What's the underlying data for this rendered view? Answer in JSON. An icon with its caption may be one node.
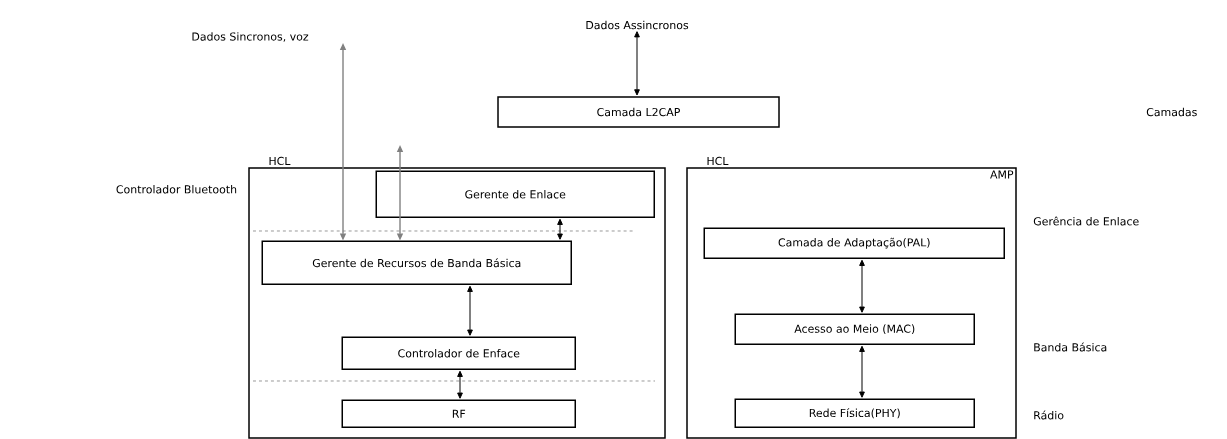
{
  "diagram": {
    "nodes": [
      {
        "text": [
          "Dados Sincronos, voz"
        ]
      },
      {
        "text": [
          "Dados Assincronos"
        ]
      },
      {
        "text": [
          "Camada L2CAP"
        ]
      },
      {
        "text": [
          "HCL"
        ],
        "beside": [
          "Controlador Bluetooth"
        ]
      },
      {
        "text": [
          "Gerente de Enlace"
        ],
        "in": 3
      },
      {
        "text": [
          "Gerente de Recursos de Banda Básica"
        ],
        "in": 3
      },
      {
        "text": [
          "Controlador de Enface"
        ],
        "in": 3
      },
      {
        "text": [
          "RF"
        ],
        "in": 3
      },
      {
        "text": [
          "HCL",
          "AMP"
        ]
      },
      {
        "text": [
          "Camada de Adaptação(PAL)"
        ],
        "in": 8
      },
      {
        "text": [
          "Acesso ao Meio (MAC)"
        ],
        "in": 8
      },
      {
        "text": [
          "Rede Física(PHY)"
        ],
        "in": 8
      }
    ],
    "edges": [
      {
        "from": 1,
        "to": 2,
        "arrow": "both"
      },
      {
        "from": 5,
        "to": 0,
        "arrow": "both",
        "color": "#808080"
      },
      {
        "from": null,
        "to": 5,
        "arrow": "both",
        "color": "#808080"
      },
      {
        "from": 4,
        "to": 5,
        "arrow": "both"
      },
      {
        "from": 5,
        "to": 6,
        "arrow": "both"
      },
      {
        "from": 6,
        "to": 7,
        "arrow": "both"
      },
      {
        "from": 9,
        "to": 10,
        "arrow": "both"
      },
      {
        "from": 10,
        "to": 11,
        "arrow": "both"
      }
    ],
    "labels": [
      "Camadas",
      "Gerência de Enlace",
      "Banda Básica",
      "Rádio"
    ]
  }
}
